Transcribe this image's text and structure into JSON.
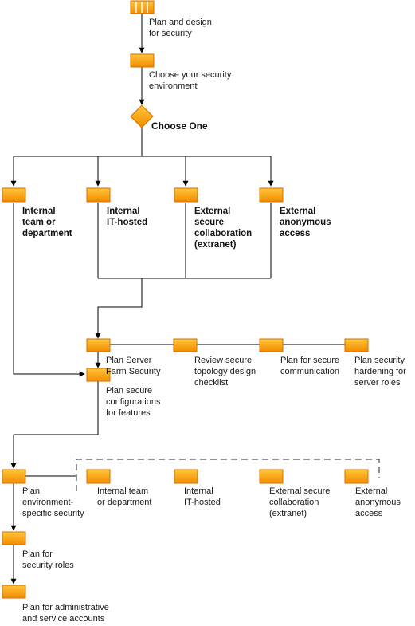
{
  "colors": {
    "node_fill_top": "#ffc53a",
    "node_fill_bottom": "#f28c00",
    "node_stroke": "#d27000",
    "line": "#000000",
    "dashed": "#555555",
    "text": "#1a1a1a"
  },
  "steps": {
    "plan_design": [
      "Plan and design",
      "for security"
    ],
    "choose_env": [
      "Choose your security",
      "environment"
    ],
    "choose_one": "Choose One",
    "server_farm": [
      "Plan Server",
      "Farm Security"
    ],
    "review_topology": [
      "Review secure",
      "topology design",
      "checklist"
    ],
    "secure_comm": [
      "Plan for secure",
      "communication"
    ],
    "hardening": [
      "Plan security",
      "hardening for",
      "server roles"
    ],
    "secure_config": [
      "Plan secure",
      "configurations",
      "for features"
    ],
    "env_specific": [
      "Plan",
      "environment-",
      "specific security"
    ],
    "security_roles": [
      "Plan for",
      "security roles"
    ],
    "admin_accounts": [
      "Plan for administrative",
      "and service accounts"
    ]
  },
  "environments": {
    "internal_team": [
      "Internal",
      "team or",
      "department"
    ],
    "internal_it": [
      "Internal",
      "IT-hosted"
    ],
    "external_collab": [
      "External",
      "secure",
      "collaboration",
      "(extranet)"
    ],
    "external_anon": [
      "External",
      "anonymous",
      "access"
    ]
  },
  "env_specific_options": {
    "internal_team": [
      "Internal team",
      "or department"
    ],
    "internal_it": [
      "Internal",
      "IT-hosted"
    ],
    "external_collab": [
      "External secure",
      "collaboration",
      "(extranet)"
    ],
    "external_anon": [
      "External",
      "anonymous",
      "access"
    ]
  }
}
